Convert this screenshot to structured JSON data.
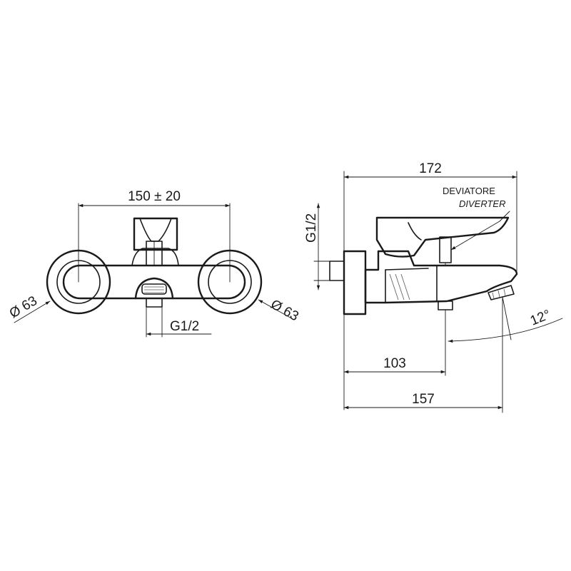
{
  "front_view": {
    "width_dim": "150 ± 20",
    "left_diameter": "Ø 63",
    "right_diameter": "Ø 63",
    "outlet_thread": "G1/2"
  },
  "side_view": {
    "depth_dim": "172",
    "inlet_thread": "G1/2",
    "diverter_label_it": "DEVIATORE",
    "diverter_label_en": "DIVERTER",
    "outlet_dim": "103",
    "spout_dim": "157",
    "spout_angle": "12°"
  }
}
